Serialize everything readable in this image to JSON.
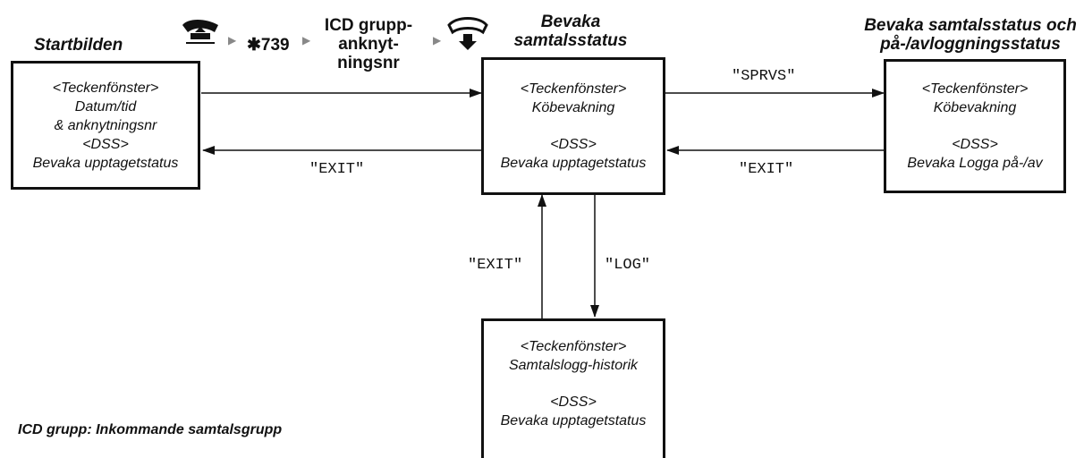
{
  "titles": {
    "start": "Startbilden",
    "watch_call": [
      "Bevaka",
      "samtalsstatus"
    ],
    "watch_login": [
      "Bevaka samtalsstatus och",
      "på-/avloggningsstatus"
    ]
  },
  "sequence": {
    "offhook_icon": "phone-offhook-icon",
    "feature_code": "739",
    "group_ext": [
      "ICD grupp-",
      "anknyt-",
      "ningsnr"
    ],
    "onhook_icon": "phone-onhook-icon"
  },
  "boxes": {
    "start": [
      "<Teckenfönster>",
      "Datum/tid",
      "& anknytningsnr",
      "<DSS>",
      "Bevaka upptagetstatus"
    ],
    "queue": [
      "<Teckenfönster>",
      "Köbevakning",
      "<DSS>",
      "Bevaka upptagetstatus"
    ],
    "login": [
      "<Teckenfönster>",
      "Köbevakning",
      "<DSS>",
      "Bevaka Logga på-/av"
    ],
    "log": [
      "<Teckenfönster>",
      "Samtalslogg-historik",
      "<DSS>",
      "Bevaka upptagetstatus"
    ]
  },
  "labels": {
    "sprvs": "\"SPRVS\"",
    "exit_left": "\"EXIT\"",
    "exit_right": "\"EXIT\"",
    "exit_up": "\"EXIT\"",
    "log": "\"LOG\""
  },
  "footnote": "ICD grupp: Inkommande samtalsgrupp"
}
